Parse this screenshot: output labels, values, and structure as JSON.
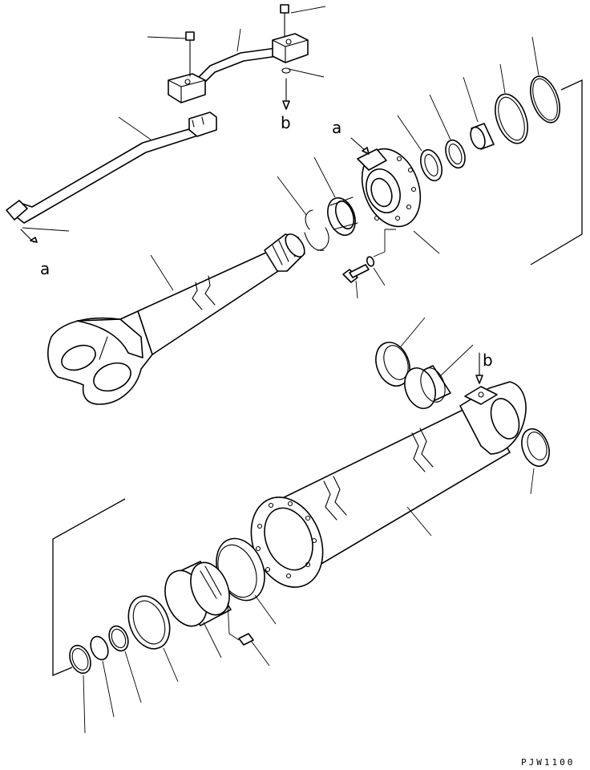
{
  "labels": {
    "a_top": "a",
    "a_left": "a",
    "b_top": "b",
    "b_right": "b"
  },
  "drawing_code": "PJW1100"
}
